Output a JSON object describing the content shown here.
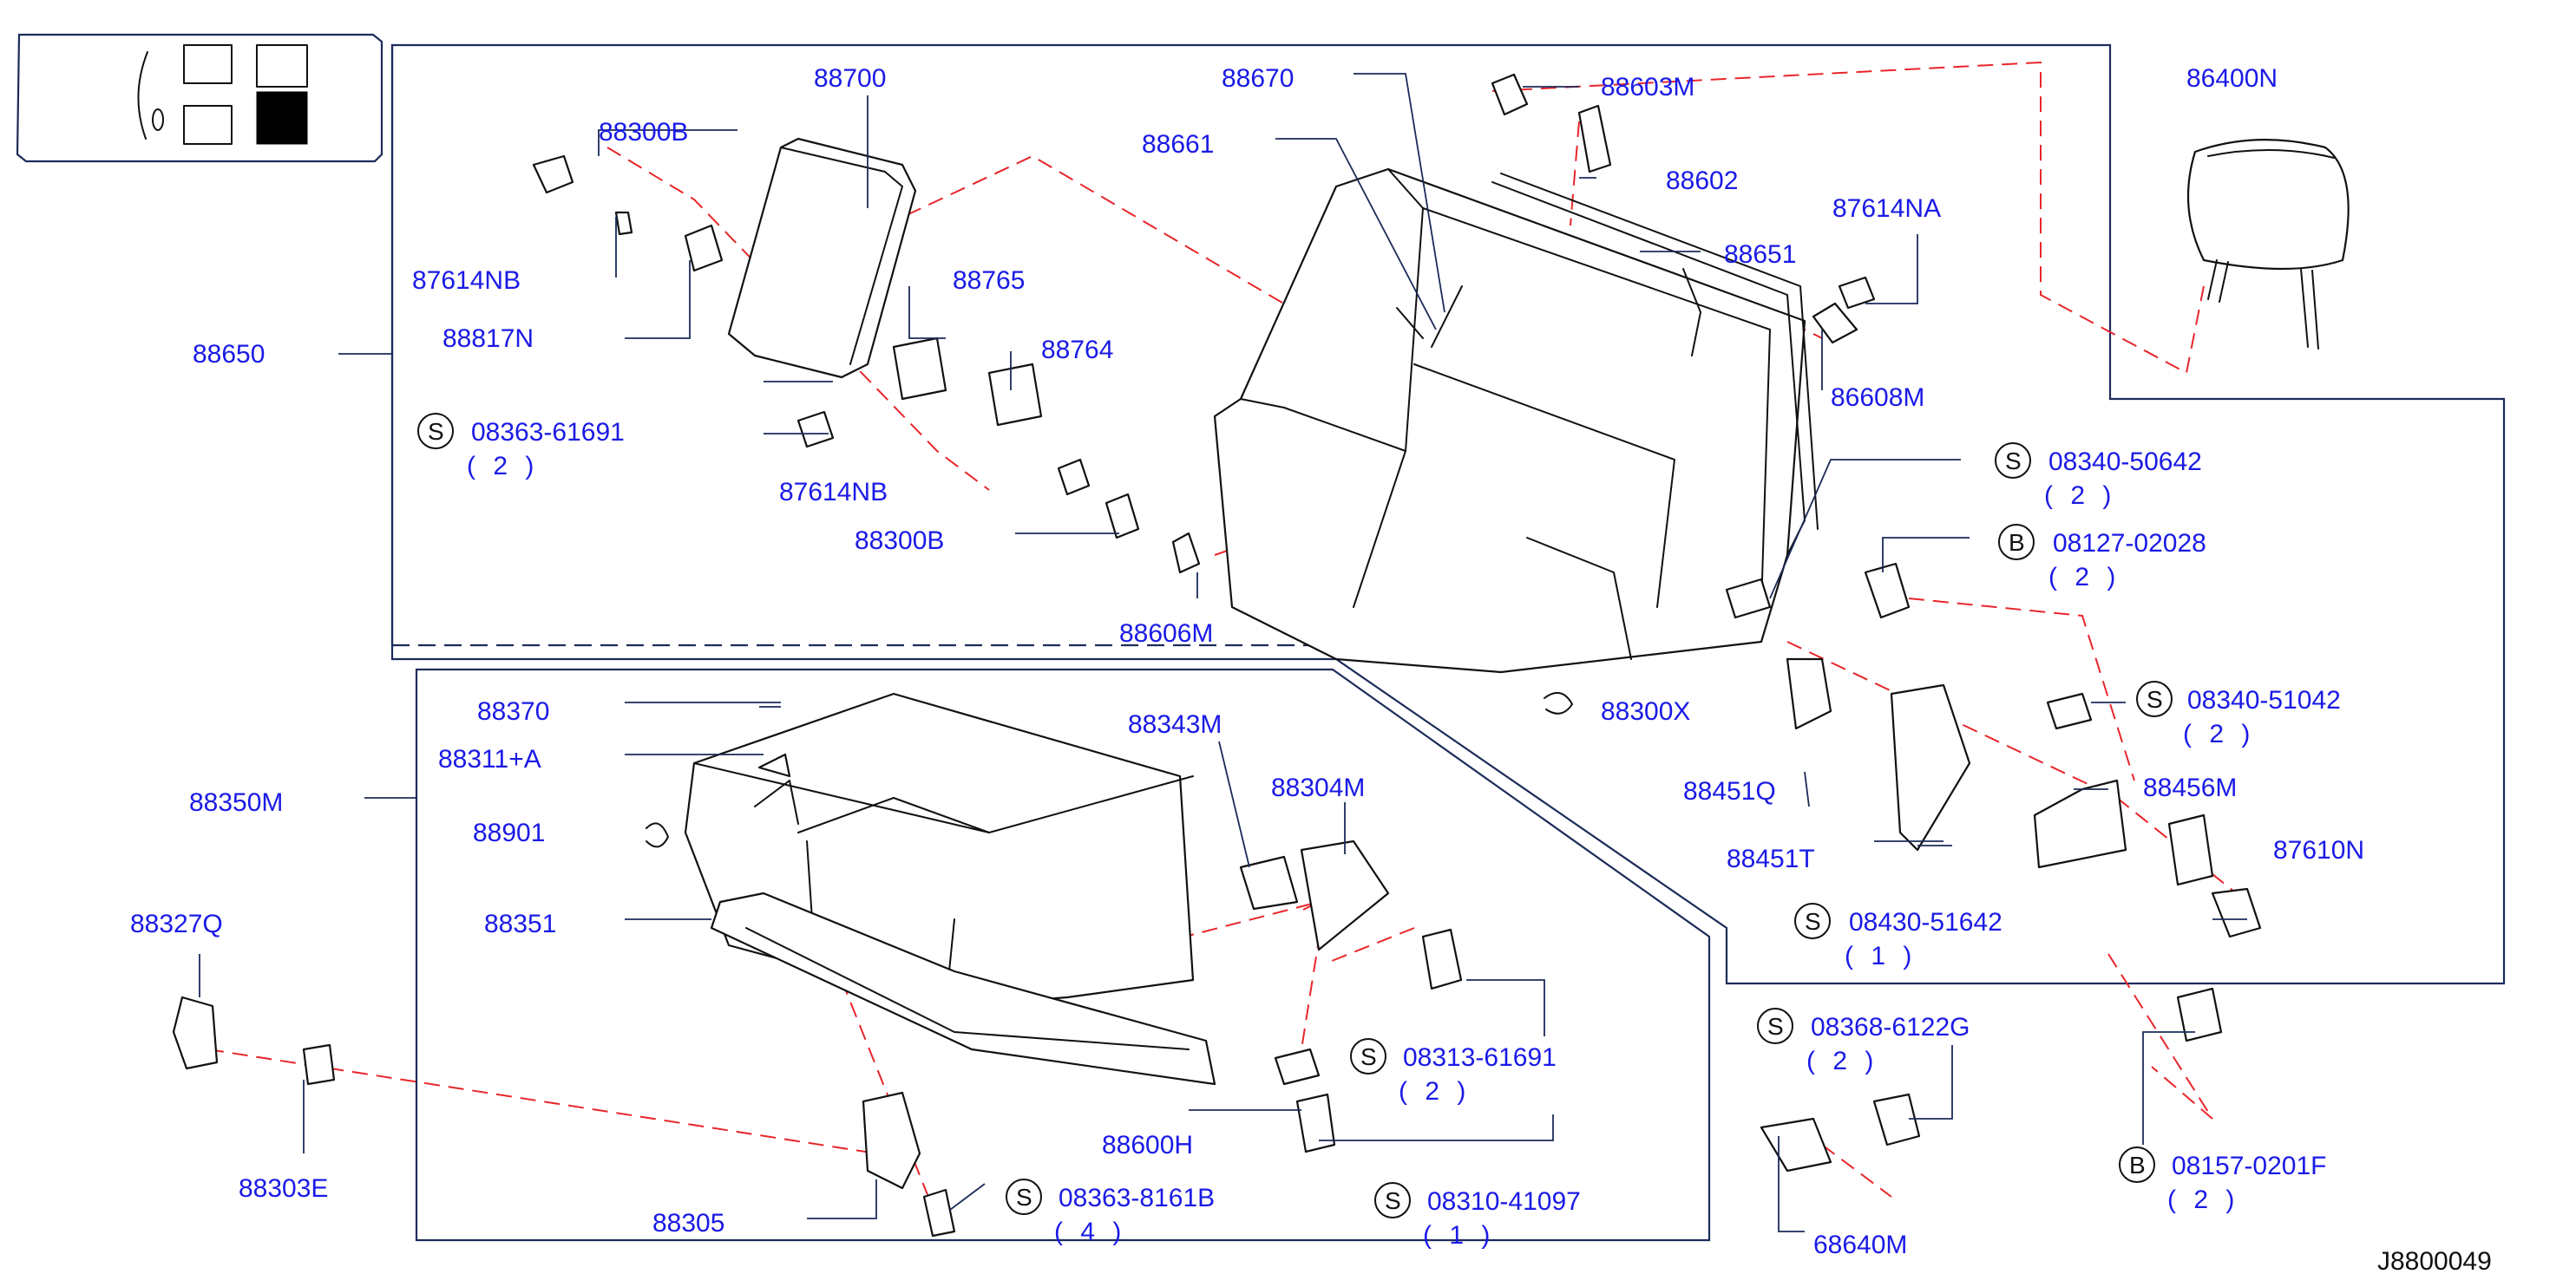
{
  "diagram_code": "J8800049",
  "labels": {
    "p88700": "88700",
    "p88300B_top": "88300B",
    "p87614NB_top": "87614NB",
    "p88817N": "88817N",
    "p88650": "88650",
    "p88765": "88765",
    "p88764": "88764",
    "p87614NB_mid": "87614NB",
    "p88300B_mid": "88300B",
    "p88606M": "88606M",
    "p88670": "88670",
    "p88661": "88661",
    "p88603M": "88603M",
    "p88602": "88602",
    "p88651": "88651",
    "p87614NA": "87614NA",
    "p86608M": "86608M",
    "p86400N": "86400N",
    "p88300X": "88300X",
    "p88451Q": "88451Q",
    "p88451T": "88451T",
    "p88456M": "88456M",
    "p87610N": "87610N",
    "p88370": "88370",
    "p88311A": "88311+A",
    "p88350M": "88350M",
    "p88901": "88901",
    "p88351": "88351",
    "p88343M": "88343M",
    "p88304M": "88304M",
    "p88327Q": "88327Q",
    "p88303E": "88303E",
    "p88305": "88305",
    "p88600H": "88600H",
    "p68640M": "68640M"
  },
  "fasteners": {
    "f1": {
      "prefix": "S",
      "code": "08363-61691",
      "qty": "( 2 )"
    },
    "f2": {
      "prefix": "S",
      "code": "08340-50642",
      "qty": "( 2 )"
    },
    "f3": {
      "prefix": "B",
      "code": "08127-02028",
      "qty": "( 2 )"
    },
    "f4": {
      "prefix": "S",
      "code": "08340-51042",
      "qty": "( 2 )"
    },
    "f5": {
      "prefix": "S",
      "code": "08430-51642",
      "qty": "( 1 )"
    },
    "f6": {
      "prefix": "S",
      "code": "08368-6122G",
      "qty": "( 2 )"
    },
    "f7": {
      "prefix": "B",
      "code": "08157-0201F",
      "qty": "( 2 )"
    },
    "f8": {
      "prefix": "S",
      "code": "08313-61691",
      "qty": "( 2 )"
    },
    "f9": {
      "prefix": "S",
      "code": "08363-8161B",
      "qty": "( 4 )"
    },
    "f10": {
      "prefix": "S",
      "code": "08310-41097",
      "qty": "( 1 )"
    }
  },
  "colors": {
    "label": "#1a1ae6",
    "leader": "#1c2b5a",
    "dashed": "#e8262a",
    "part": "#111111"
  }
}
